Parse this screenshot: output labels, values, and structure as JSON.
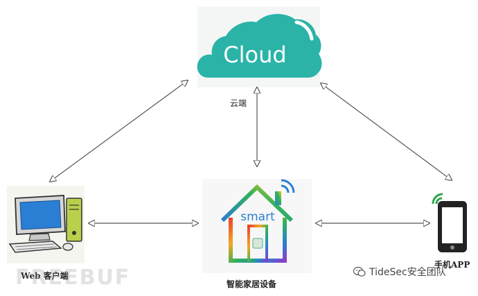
{
  "nodes": {
    "cloud": {
      "icon_text": "Cloud",
      "label": "云端"
    },
    "web_client": {
      "label": "Web 客户端"
    },
    "smart_home": {
      "icon_text": "smart",
      "label": "智能家居设备"
    },
    "mobile_app": {
      "label": "手机APP"
    }
  },
  "connections": [
    {
      "from": "cloud",
      "to": "web_client",
      "direction": "bidirectional"
    },
    {
      "from": "cloud",
      "to": "smart_home",
      "direction": "bidirectional"
    },
    {
      "from": "cloud",
      "to": "mobile_app",
      "direction": "bidirectional"
    },
    {
      "from": "web_client",
      "to": "smart_home",
      "direction": "bidirectional"
    },
    {
      "from": "smart_home",
      "to": "mobile_app",
      "direction": "bidirectional"
    }
  ],
  "watermarks": {
    "freebuf": "FREEBUF",
    "tidesec": "TideSec安全团队"
  },
  "colors": {
    "cloud": "#2bb3a8",
    "arrow": "#555555",
    "phone": "#222222",
    "wifi_green": "#2aa84a",
    "monitor_screen": "#2a7fd4",
    "tower": "#b8d04a"
  }
}
